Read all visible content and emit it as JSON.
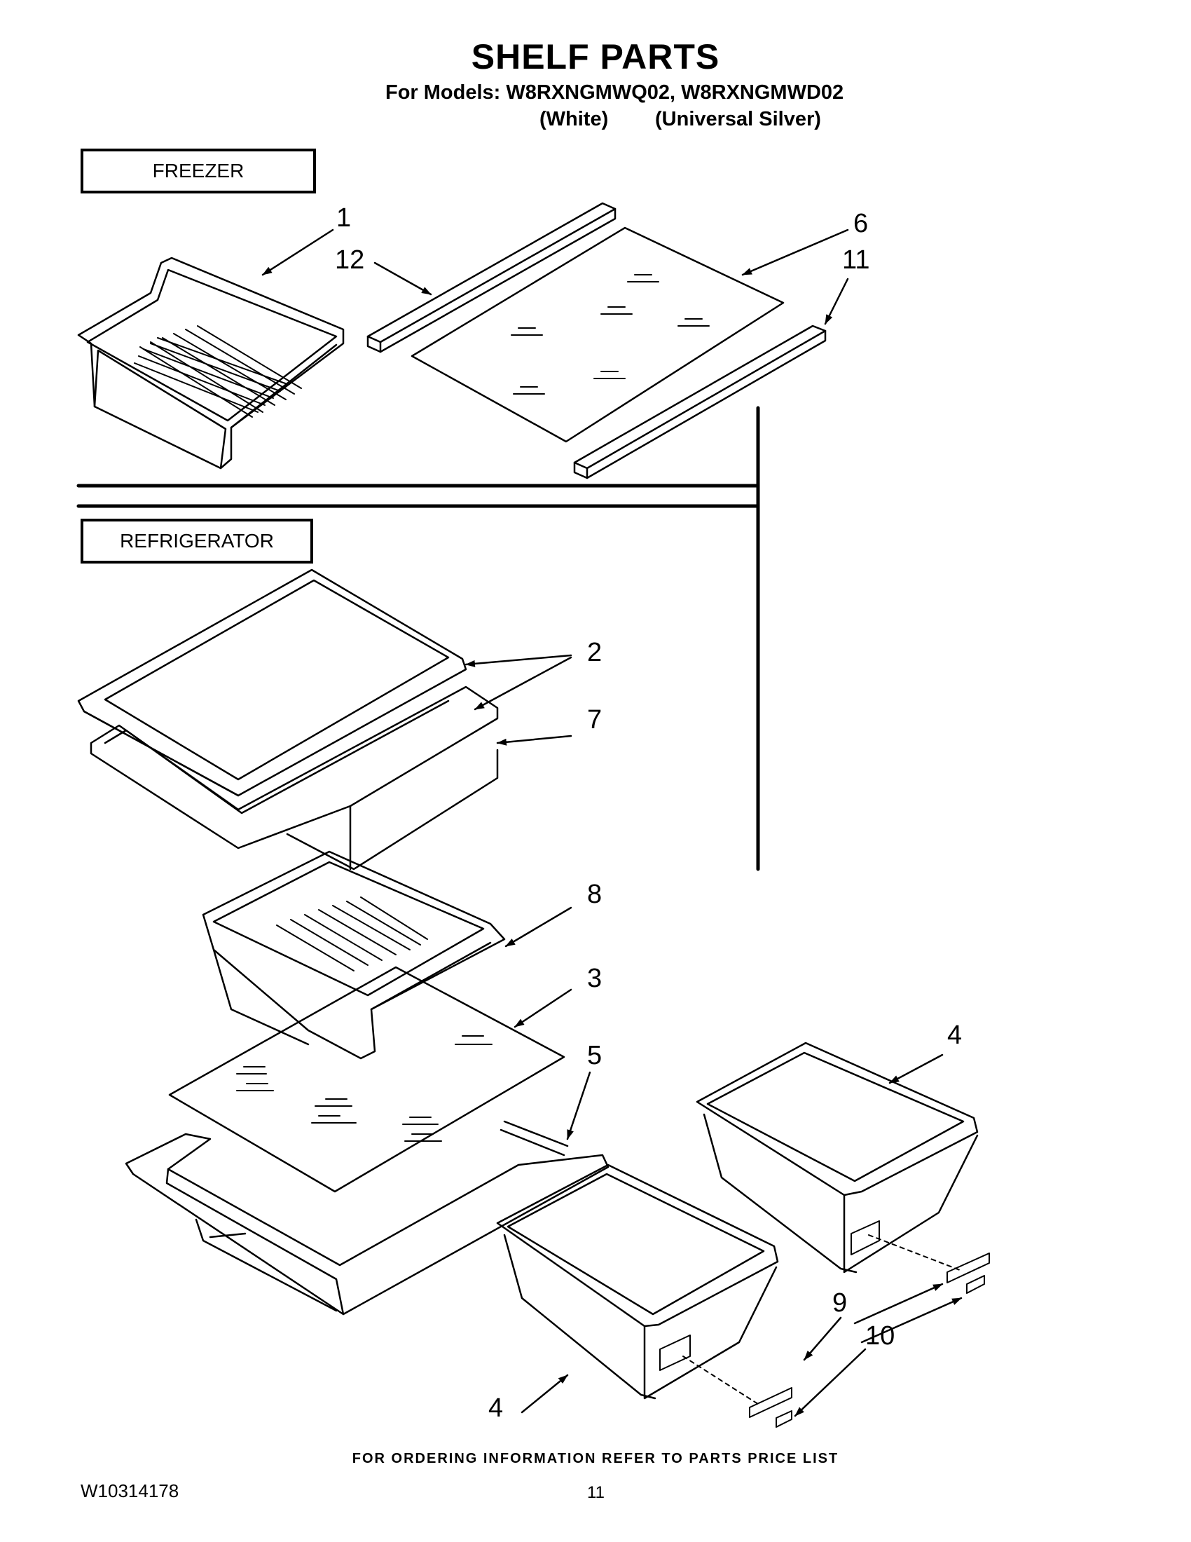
{
  "header": {
    "title": "SHELF PARTS",
    "models_line": "For Models: W8RXNGMWQ02, W8RXNGMWD02",
    "color_1": "(White)",
    "color_2": "(Universal Silver)"
  },
  "sections": {
    "freezer": "FREEZER",
    "refrigerator": "REFRIGERATOR"
  },
  "callouts": {
    "c1": "1",
    "c12": "12",
    "c6": "6",
    "c11": "11",
    "c2": "2",
    "c7": "7",
    "c8": "8",
    "c3": "3",
    "c5": "5",
    "c4a": "4",
    "c4b": "4",
    "c9": "9",
    "c10": "10"
  },
  "footer": {
    "ordering_note": "FOR ORDERING INFORMATION REFER TO PARTS PRICE LIST",
    "document_number": "W10314178",
    "page_number": "11"
  }
}
